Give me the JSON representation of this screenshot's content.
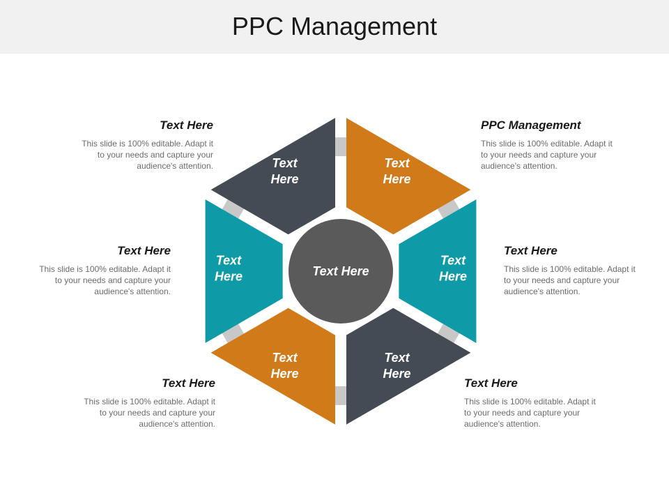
{
  "title": "PPC Management",
  "colors": {
    "orange": "#d07a19",
    "dark_slate": "#454b55",
    "teal": "#0e9aa7",
    "center": "#5a5a5a",
    "connector": "#c8c8c8",
    "title_band": "#f1f1f1"
  },
  "center_label": "Text Here",
  "segments": [
    {
      "label": "Text Here",
      "color": "#d07a19"
    },
    {
      "label": "Text Here",
      "color": "#0e9aa7"
    },
    {
      "label": "Text Here",
      "color": "#454b55"
    },
    {
      "label": "Text Here",
      "color": "#d07a19"
    },
    {
      "label": "Text Here",
      "color": "#0e9aa7"
    },
    {
      "label": "Text Here",
      "color": "#454b55"
    }
  ],
  "callouts": {
    "top_right": {
      "heading": "PPC Management",
      "body": "This slide is 100% editable. Adapt it to your needs and capture your audience's attention."
    },
    "middle_right": {
      "heading": "Text Here",
      "body": "This slide is 100% editable. Adapt it to your needs and capture your audience's attention."
    },
    "bottom_right": {
      "heading": "Text Here",
      "body": "This slide is 100% editable. Adapt it to your needs and capture your audience's attention."
    },
    "bottom_left": {
      "heading": "Text Here",
      "body": "This slide is 100% editable. Adapt it to your needs and capture your audience's attention."
    },
    "middle_left": {
      "heading": "Text Here",
      "body": "This slide is 100% editable. Adapt it to your needs and capture your audience's attention."
    },
    "top_left": {
      "heading": "Text Here",
      "body": "This slide is 100% editable. Adapt it to your needs and capture your audience's attention."
    }
  }
}
